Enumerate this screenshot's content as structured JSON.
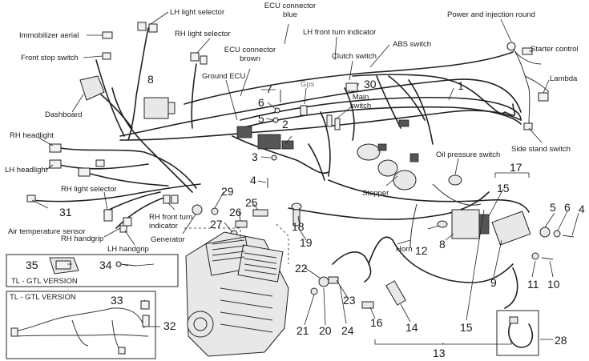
{
  "labels": {
    "lh_light_selector": "LH light selector",
    "ecu_connector_blue": "ECU connector blue",
    "power_injection_round": "Power and injection round",
    "immobilizer_aerial": "Immobilizer aerial",
    "rh_light_selector_top": "RH light selector",
    "lh_front_turn_indicator": "LH front turn indicator",
    "abs_switch": "ABS switch",
    "starter_control": "Starter control",
    "front_stop_switch": "Front stop switch",
    "ecu_connector_brown": "ECU connector brown",
    "clutch_switch": "Clutch switch",
    "lambda": "Lambda",
    "ground_ecu": "Ground ECU",
    "gps": "Gps",
    "main_switch": "Main switch",
    "dashboard": "Dashboard",
    "side_stand_switch": "Side stand switch",
    "rh_headlight": "RH headlight",
    "oil_pressure_switch": "Oil pressure switch",
    "lh_headlight": "LH headlight",
    "stepper": "Stepper",
    "rh_light_selector_left": "RH light selector",
    "air_temperature_sensor": "Air temperature sensor",
    "rh_front_turn_indicator": "RH front turn indicator",
    "rh_handgrip": "RH handgrip",
    "generator": "Generator",
    "lh_handgrip": "LH handgrip",
    "horn": "Horn",
    "tl_gtl_version_1": "TL - GTL VERSION",
    "tl_gtl_version_2": "TL - GTL VERSION"
  },
  "numbers": {
    "n1": "1",
    "n2": "2",
    "n3": "3",
    "n4": "4",
    "n5": "5",
    "n6": "6",
    "n7": "7",
    "n8": "8",
    "n9": "9",
    "n10": "10",
    "n11": "11",
    "n12": "12",
    "n13": "13",
    "n14": "14",
    "n15": "15",
    "n16": "16",
    "n17": "17",
    "n18": "18",
    "n19": "19",
    "n20": "20",
    "n21": "21",
    "n22": "22",
    "n23": "23",
    "n24": "24",
    "n25": "25",
    "n26": "26",
    "n27": "27",
    "n28": "28",
    "n29": "29",
    "n30": "30",
    "n31": "31",
    "n32": "32",
    "n33": "33",
    "n34": "34",
    "n35": "35"
  }
}
